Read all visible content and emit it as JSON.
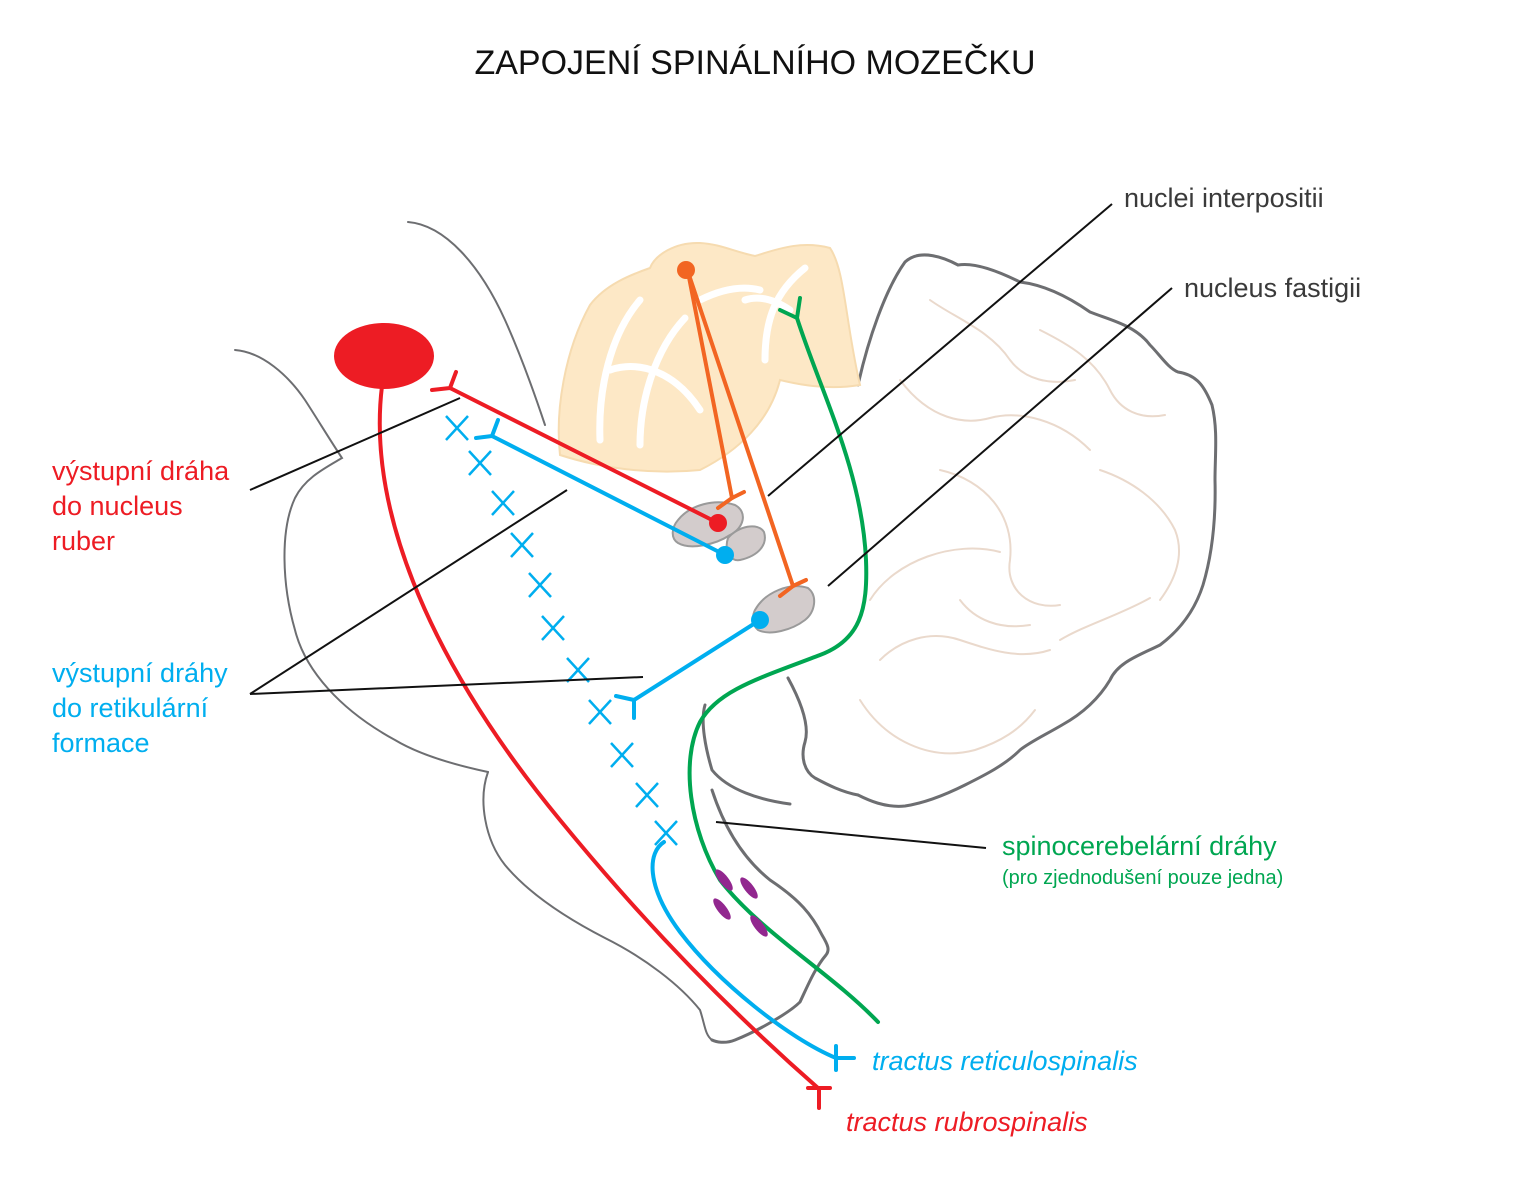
{
  "title": "ZAPOJENÍ SPINÁLNÍHO MOZEČKU",
  "labels": {
    "nuclei_interpositii": "nuclei interpositii",
    "nucleus_fastigii": "nucleus fastigii",
    "output_ruber": [
      "výstupní dráha",
      "do nucleus",
      "ruber"
    ],
    "output_reticular": [
      "výstupní dráhy",
      "do retikulární",
      "formace"
    ],
    "spinocerebellar": "spinocerebelární dráhy",
    "spinocerebellar_note": "(pro zjednodušení pouze jedna)",
    "reticulospinal": "tractus reticulospinalis",
    "rubrospinal": "tractus rubrospinalis"
  },
  "colors": {
    "red": "#ed1c24",
    "blue": "#00aeef",
    "green": "#00a651",
    "orange": "#f26522",
    "purple": "#92278f",
    "nucleus_fill": "#d3cccc",
    "folia_fill": "#fde8c6"
  }
}
